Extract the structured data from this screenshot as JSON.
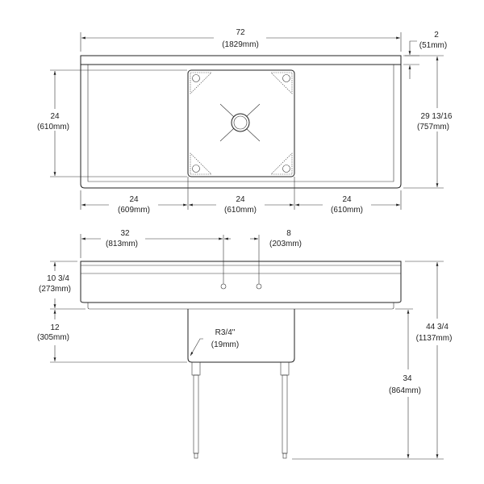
{
  "top_view": {
    "overall_length": {
      "in": "72",
      "mm": "(1829mm)"
    },
    "backsplash": {
      "in": "2",
      "mm": "(51mm)"
    },
    "bowl_depth": {
      "in": "24",
      "mm": "(610mm)"
    },
    "overall_depth": {
      "in": "29 13/16",
      "mm": "(757mm)"
    },
    "left_drainboard": {
      "in": "24",
      "mm": "(609mm)"
    },
    "bowl_width": {
      "in": "24",
      "mm": "(610mm)"
    },
    "right_drainboard": {
      "in": "24",
      "mm": "(610mm)"
    }
  },
  "front_view": {
    "faucet_offset": {
      "in": "32",
      "mm": "(813mm)"
    },
    "faucet_spacing": {
      "in": "8",
      "mm": "(203mm)"
    },
    "backsplash_height": {
      "in": "10 3/4",
      "mm": "(273mm)"
    },
    "bowl_height": {
      "in": "12",
      "mm": "(305mm)"
    },
    "corner_radius": {
      "in": "R3/4\"",
      "mm": "(19mm)"
    },
    "work_height": {
      "in": "34",
      "mm": "(864mm)"
    },
    "overall_height": {
      "in": "44 3/4",
      "mm": "(1137mm)"
    }
  }
}
